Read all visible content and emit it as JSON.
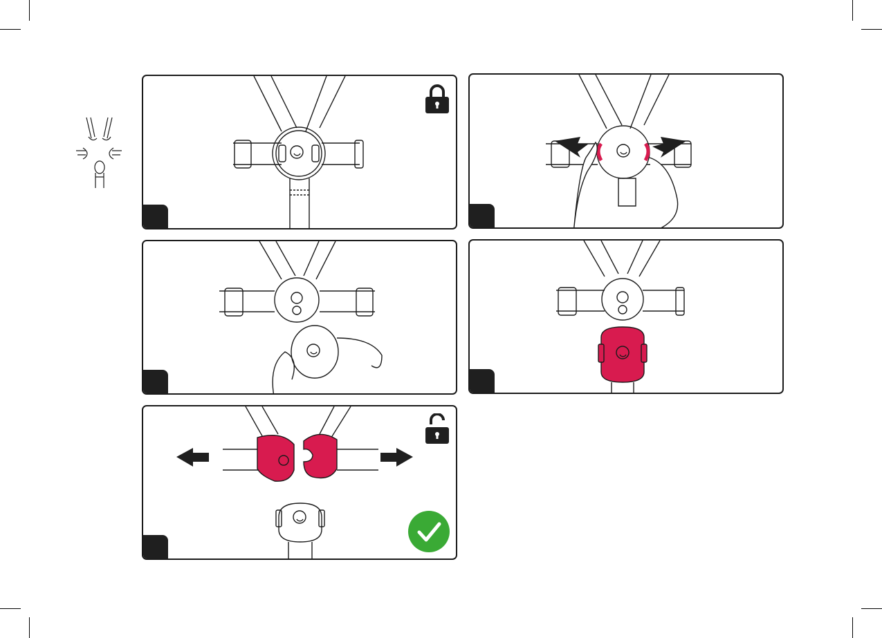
{
  "page": {
    "title": "",
    "panels": [
      {
        "id": 1,
        "state": "locked",
        "icon": "padlock-closed-icon"
      },
      {
        "id": 2,
        "state": "press-release-tabs",
        "icon": "arrows-inward-icon"
      },
      {
        "id": 3,
        "state": "remove-cover",
        "icon": "hand-icon"
      },
      {
        "id": 4,
        "state": "buckle-highlighted",
        "icon": "buckle-icon"
      },
      {
        "id": 5,
        "state": "unlocked",
        "icon": "padlock-open-icon",
        "confirm_icon": "check-circle-icon"
      }
    ]
  },
  "colors": {
    "outline": "#1a1a1a",
    "highlight": "#d81b4f",
    "success": "#3aaa35",
    "badge": "#1f1f1f"
  }
}
